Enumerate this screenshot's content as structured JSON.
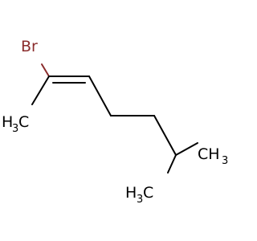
{
  "molecule": {
    "atoms": {
      "bromine": {
        "symbol": "Br",
        "color": "#8b2d2d"
      },
      "methyl_left": {
        "element": "H",
        "subscript": "3",
        "carbon": "C"
      },
      "methyl_bottom": {
        "element": "H",
        "subscript": "3",
        "carbon": "C"
      },
      "methyl_right": {
        "element": "CH",
        "subscript": "3"
      }
    },
    "colors": {
      "bond": "#000000",
      "halogen": "#8b2d2d"
    }
  }
}
